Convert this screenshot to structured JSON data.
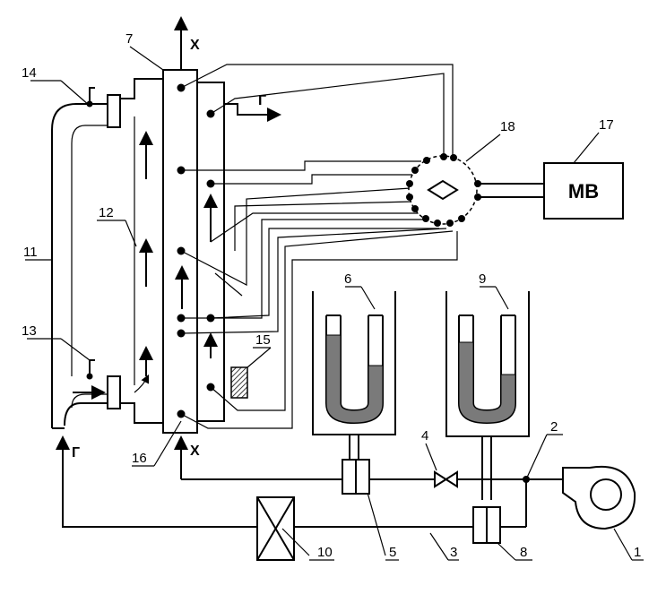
{
  "labels": {
    "mv": "MB",
    "x_top": "X",
    "x_bottom": "X",
    "g_top": "Г",
    "g_bottom": "Г"
  },
  "callouts": {
    "n1": "1",
    "n2": "2",
    "n3": "3",
    "n4": "4",
    "n5": "5",
    "n6": "6",
    "n7": "7",
    "n8": "8",
    "n9": "9",
    "n10": "10",
    "n11": "11",
    "n12": "12",
    "n13": "13",
    "n14": "14",
    "n15": "15",
    "n16": "16",
    "n17": "17",
    "n18": "18"
  }
}
